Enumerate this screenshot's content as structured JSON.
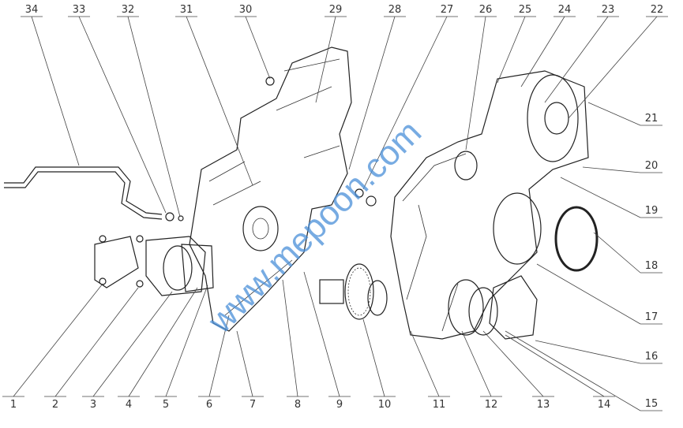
{
  "diagram": {
    "type": "exploded-parts-view",
    "callouts": [
      "1",
      "2",
      "3",
      "4",
      "5",
      "6",
      "7",
      "8",
      "9",
      "10",
      "11",
      "12",
      "13",
      "14",
      "15",
      "16",
      "17",
      "18",
      "19",
      "20",
      "21",
      "22",
      "23",
      "24",
      "25",
      "26",
      "27",
      "28",
      "29",
      "30",
      "31",
      "32",
      "33",
      "34"
    ]
  },
  "watermark": {
    "text": "www.mepoon.com",
    "color": "#4a90d9"
  }
}
